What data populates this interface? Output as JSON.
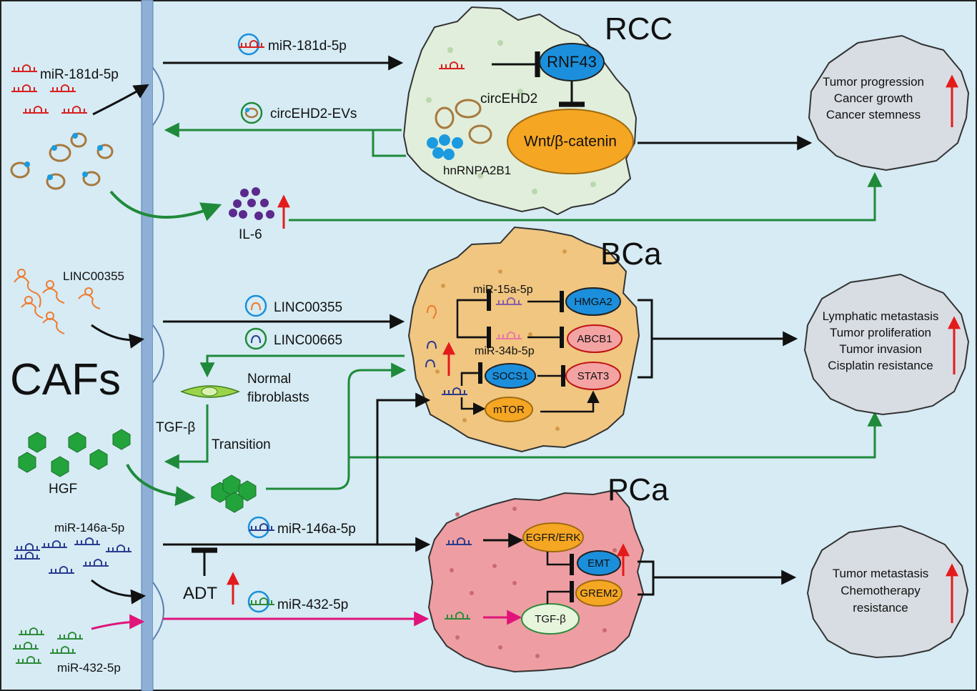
{
  "labels": {
    "cafs": "CAFs",
    "rcc": "RCC",
    "bca": "BCa",
    "pca": "PCa",
    "mir181_left": "miR-181d-5p",
    "mir181_arrow": "miR-181d-5p",
    "circehd2_evs": "circEHD2-EVs",
    "circehd2": "circEHD2",
    "hnrnpa2b1": "hnRNPA2B1",
    "rnf43": "RNF43",
    "wnt": "Wnt/β-catenin",
    "il6": "IL-6",
    "linc355_left": "LINC00355",
    "linc355_arrow": "LINC00355",
    "linc665_arrow": "LINC00665",
    "normal_fib_1": "Normal",
    "normal_fib_2": "fibroblasts",
    "tgfb_left": "TGF-β",
    "transition": "Transition",
    "hgf": "HGF",
    "mir15a": "miR-15a-5p",
    "mir34b": "miR-34b-5p",
    "hmga2": "HMGA2",
    "abcb1": "ABCB1",
    "socs1": "SOCS1",
    "stat3": "STAT3",
    "mtor": "mTOR",
    "mir146_left": "miR-146a-5p",
    "mir146_arrow": "miR-146a-5p",
    "adt": "ADT",
    "mir432_arrow": "miR-432-5p",
    "mir432_left": "miR-432-5p",
    "egfr": "EGFR/ERK",
    "emt": "EMT",
    "grem2": "GREM2",
    "tgfb_pca": "TGF-β"
  },
  "outcomes": {
    "rcc": [
      "Tumor progression",
      "Cancer growth",
      "Cancer stemness"
    ],
    "bca": [
      "Lymphatic metastasis",
      "Tumor proliferation",
      "Tumor invasion",
      "Cisplatin resistance"
    ],
    "pca": [
      "Tumor metastasis",
      "Chemotherapy",
      "resistance"
    ]
  },
  "colors": {
    "background": "#d6ebf4",
    "membrane": "#8fb0d6",
    "rcc_cell": "#e1eedb",
    "bca_cell": "#f0c681",
    "pca_cell": "#ee9ea2",
    "outcome_cell": "#d8dde3",
    "arrow_black": "#111111",
    "arrow_green": "#1f8a3a",
    "arrow_magenta": "#e0147b",
    "up_red": "#e41b1b",
    "node_blue": "#1b8fdc",
    "node_orange": "#f5a623",
    "node_pink": "#f4a3a3",
    "node_lightgreen": "#e7f5dd"
  }
}
